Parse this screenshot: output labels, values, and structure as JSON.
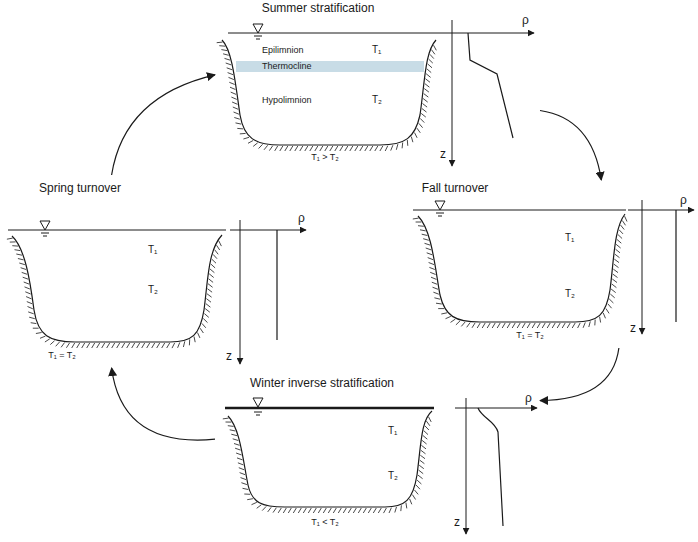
{
  "diagram": {
    "nodes": [
      {
        "text": [
          "Summer stratification",
          "Epilimnion",
          "T₁",
          "Thermocline",
          "Hypolimnion",
          "T₂",
          "T₁ > T₂",
          "ρ",
          "z"
        ]
      },
      {
        "text": [
          "Fall turnover",
          "T₁",
          "T₂",
          "T₁ = T₂",
          "ρ",
          "z"
        ]
      },
      {
        "text": [
          "Winter inverse stratification",
          "T₁",
          "T₂",
          "T₁ < T₂",
          "ρ",
          "z"
        ]
      },
      {
        "text": [
          "Spring turnover",
          "T₁",
          "T₂",
          "T₁ = T₂",
          "ρ",
          "z"
        ]
      }
    ],
    "edges": [
      {
        "from": 0,
        "to": 1,
        "arrow": "to"
      },
      {
        "from": 1,
        "to": 2,
        "arrow": "to"
      },
      {
        "from": 2,
        "to": 3,
        "arrow": "to"
      },
      {
        "from": 3,
        "to": 0,
        "arrow": "to"
      }
    ]
  }
}
